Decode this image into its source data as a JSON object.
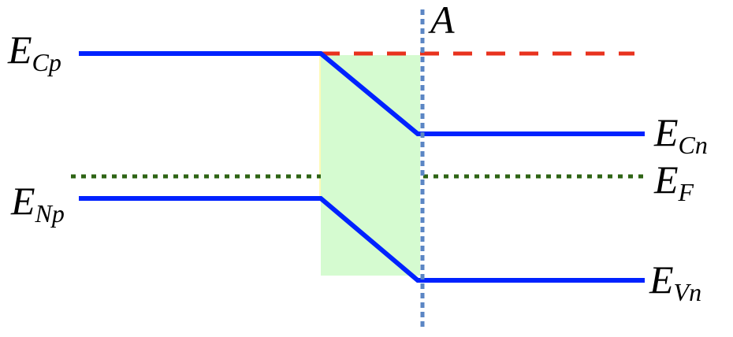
{
  "labels": {
    "ecp": {
      "main": "E",
      "sub": "Cp"
    },
    "enp": {
      "main": "E",
      "sub": "Np"
    },
    "ecn": {
      "main": "E",
      "sub": "Cn"
    },
    "ef": {
      "main": "E",
      "sub": "F"
    },
    "evn": {
      "main": "E",
      "sub": "Vn"
    },
    "a": "A"
  },
  "colors": {
    "band": "#0022ff",
    "dashed_reference": "#e8321e",
    "fermi": "#2e6414",
    "vertical_marker": "#5b86c4",
    "depletion_region": "#d5fbd0"
  }
}
